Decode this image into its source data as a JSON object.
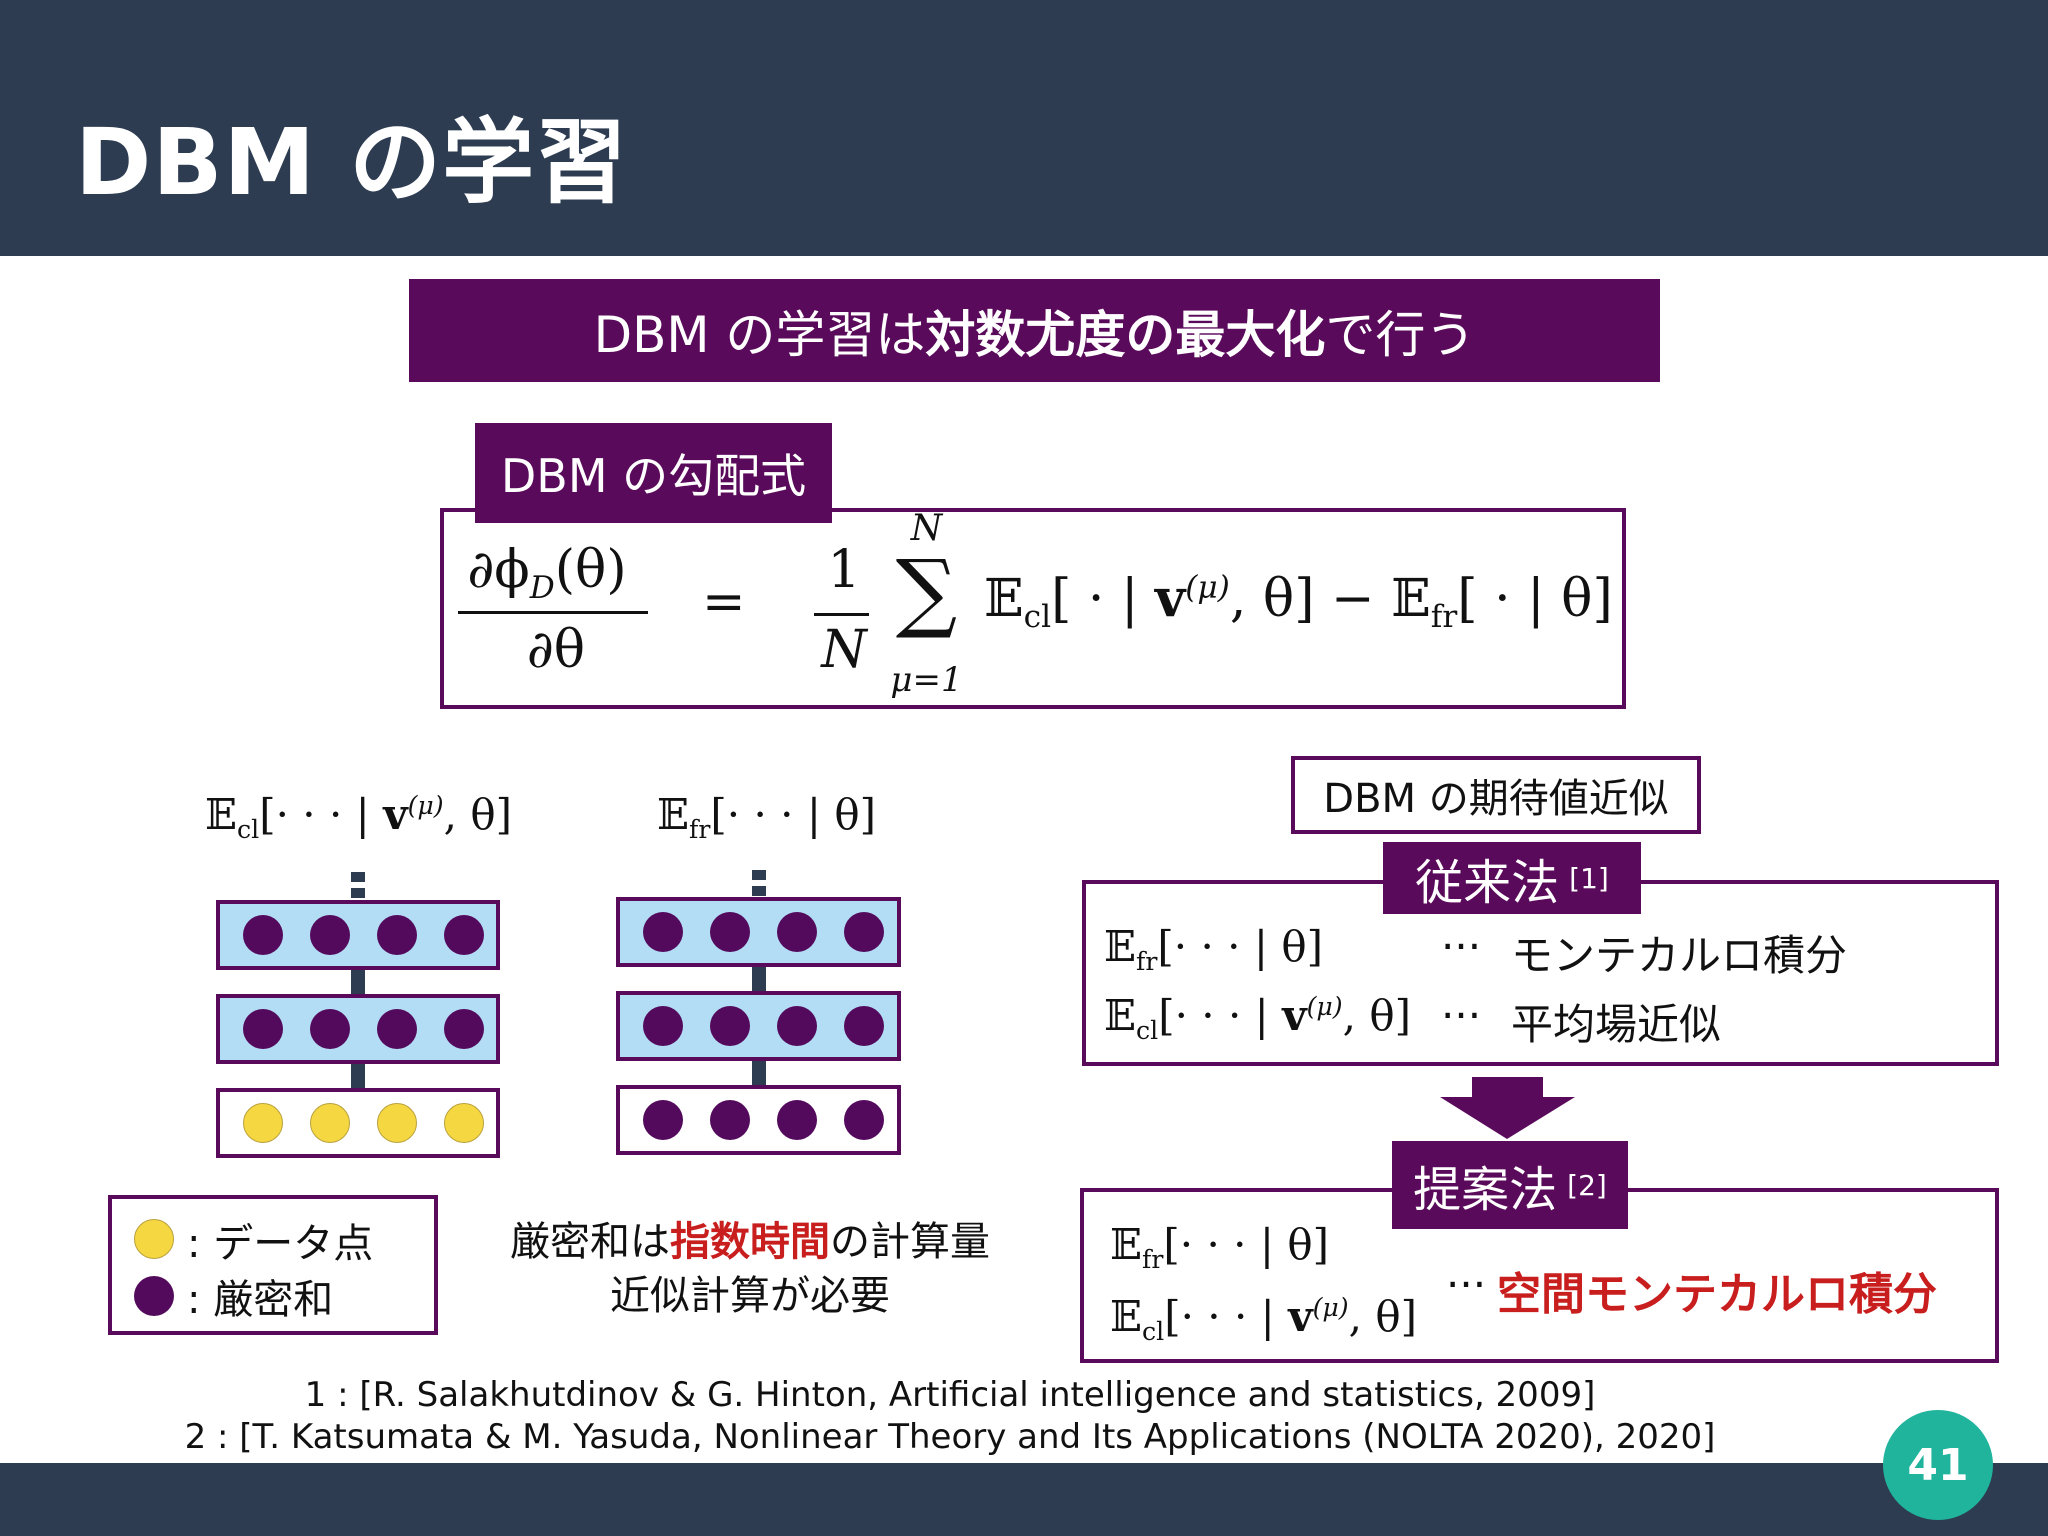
{
  "slide": {
    "title": "DBM の学習",
    "page_number": "41"
  },
  "banner": {
    "part1": "DBM の学習は",
    "bold": "対数尤度の最大化",
    "part2": "で行う"
  },
  "gradient": {
    "tab_label": "DBM の勾配式",
    "lhs_num": "∂ϕ",
    "lhs_num_sub": "D",
    "lhs_num_arg": "(θ)",
    "lhs_den": "∂θ",
    "eq": "=",
    "frac_num": "1",
    "frac_den": "N",
    "sum_top": "N",
    "sum_sym": "∑",
    "sum_bottom": "μ=1",
    "term1": "𝔼",
    "term1_sub": "cl",
    "term1_args": "[ · | ",
    "term1_v": "v",
    "term1_sup": "(μ)",
    "term1_end": ", θ]",
    "minus": "−",
    "term2": "𝔼",
    "term2_sub": "fr",
    "term2_args": "[ · | θ]"
  },
  "networks": {
    "left_label": {
      "E": "𝔼",
      "sub": "cl",
      "pre": "[· · · | ",
      "v": "v",
      "sup": "(μ)",
      "post": ", θ]"
    },
    "right_label": {
      "E": "𝔼",
      "sub": "fr",
      "post": "[· · · | θ]"
    }
  },
  "legend": {
    "data_point": ": データ点",
    "exact_sum": ": 厳密和"
  },
  "note": {
    "line1_pre": "厳密和は",
    "line1_red": "指数時間",
    "line1_post": "の計算量",
    "line2": "近似計算が必要"
  },
  "approx": {
    "title": "DBM の期待値近似",
    "conventional": {
      "label": "従来法",
      "ref": "[1]",
      "row1_E": "𝔼",
      "row1_sub": "fr",
      "row1_args": "[· · · | θ]",
      "row1_dots": "···",
      "row1_method": "モンテカルロ積分",
      "row2_E": "𝔼",
      "row2_sub": "cl",
      "row2_pre": "[· · · | ",
      "row2_v": "v",
      "row2_sup": "(μ)",
      "row2_post": ", θ]",
      "row2_dots": "···",
      "row2_method": "平均場近似"
    },
    "proposed": {
      "label": "提案法",
      "ref": "[2]",
      "row1_E": "𝔼",
      "row1_sub": "fr",
      "row1_args": "[· · · | θ]",
      "row2_E": "𝔼",
      "row2_sub": "cl",
      "row2_pre": "[· · · | ",
      "row2_v": "v",
      "row2_sup": "(μ)",
      "row2_post": ", θ]",
      "dots": "···",
      "method": "空間モンテカルロ積分"
    }
  },
  "references": {
    "ref1": "1 : [R. Salakhutdinov & G. Hinton, Artificial intelligence and statistics, 2009]",
    "ref2": "2 : [T. Katsumata & M. Yasuda, Nonlinear Theory and Its Applications (NOLTA 2020), 2020]"
  },
  "colors": {
    "header": "#2d3c51",
    "purple": "#5a0a5a",
    "unit_purple": "#540a5c",
    "data_yellow": "#f5d742",
    "layer_blue": "#b3dcf5",
    "accent_red": "#c81e1e",
    "page_badge": "#20b49c"
  }
}
